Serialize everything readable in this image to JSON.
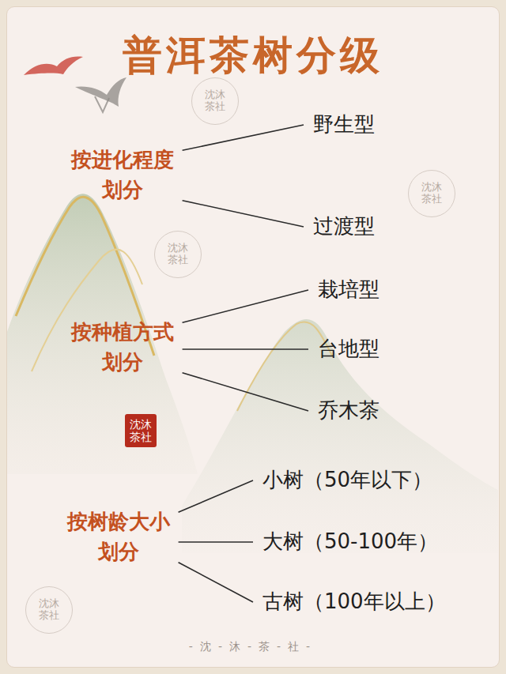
{
  "diagram": {
    "title": "普洱茶树分级",
    "nodes": [
      {
        "text": [
          "按进化程度划分"
        ]
      },
      {
        "text": [
          "野生型"
        ]
      },
      {
        "text": [
          "过渡型"
        ]
      },
      {
        "text": [
          "按种植方式划分"
        ]
      },
      {
        "text": [
          "栽培型"
        ]
      },
      {
        "text": [
          "台地型"
        ]
      },
      {
        "text": [
          "乔木茶"
        ]
      },
      {
        "text": [
          "按树龄大小划分"
        ]
      },
      {
        "text": [
          "小树（50年以下）"
        ]
      },
      {
        "text": [
          "大树（50-100年）"
        ]
      },
      {
        "text": [
          "古树（100年以上）"
        ]
      }
    ],
    "edges": [
      {
        "from": 0,
        "to": 1,
        "arrow": "none"
      },
      {
        "from": 0,
        "to": 2,
        "arrow": "none"
      },
      {
        "from": 3,
        "to": 4,
        "arrow": "none"
      },
      {
        "from": 3,
        "to": 5,
        "arrow": "none"
      },
      {
        "from": 3,
        "to": 6,
        "arrow": "none"
      },
      {
        "from": 7,
        "to": 8,
        "arrow": "none"
      },
      {
        "from": 7,
        "to": 9,
        "arrow": "none"
      },
      {
        "from": 7,
        "to": 10,
        "arrow": "none"
      }
    ],
    "labels": [
      "沈沐茶社",
      "沈沐茶社",
      "沈沐茶社",
      "沈沐茶社",
      "沈沐茶社",
      "-沈-沐-茶-社-"
    ]
  }
}
